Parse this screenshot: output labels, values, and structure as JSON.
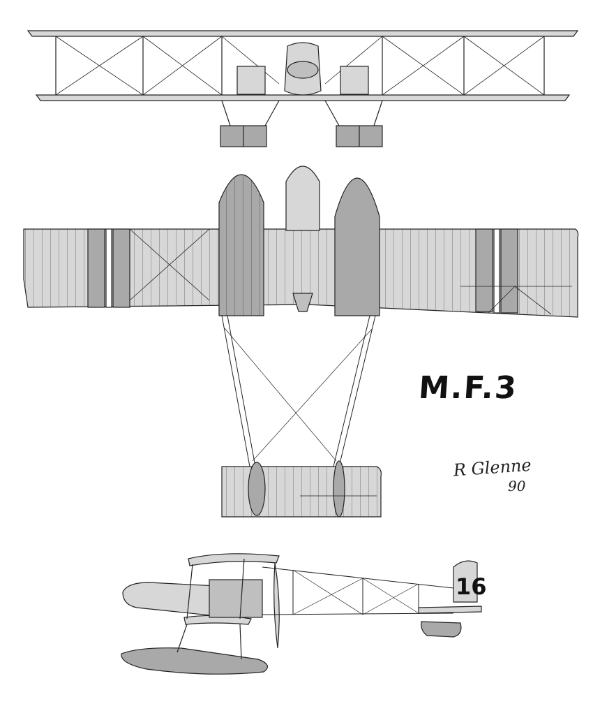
{
  "drawing": {
    "title": "M.F.3",
    "signature": {
      "name": "R Glenne",
      "year": "90"
    },
    "tail_number": "16"
  },
  "colors": {
    "fill": "#d7d7d7",
    "fill_dark": "#a9a9a9",
    "line": "#222222",
    "background": "#ffffff"
  }
}
